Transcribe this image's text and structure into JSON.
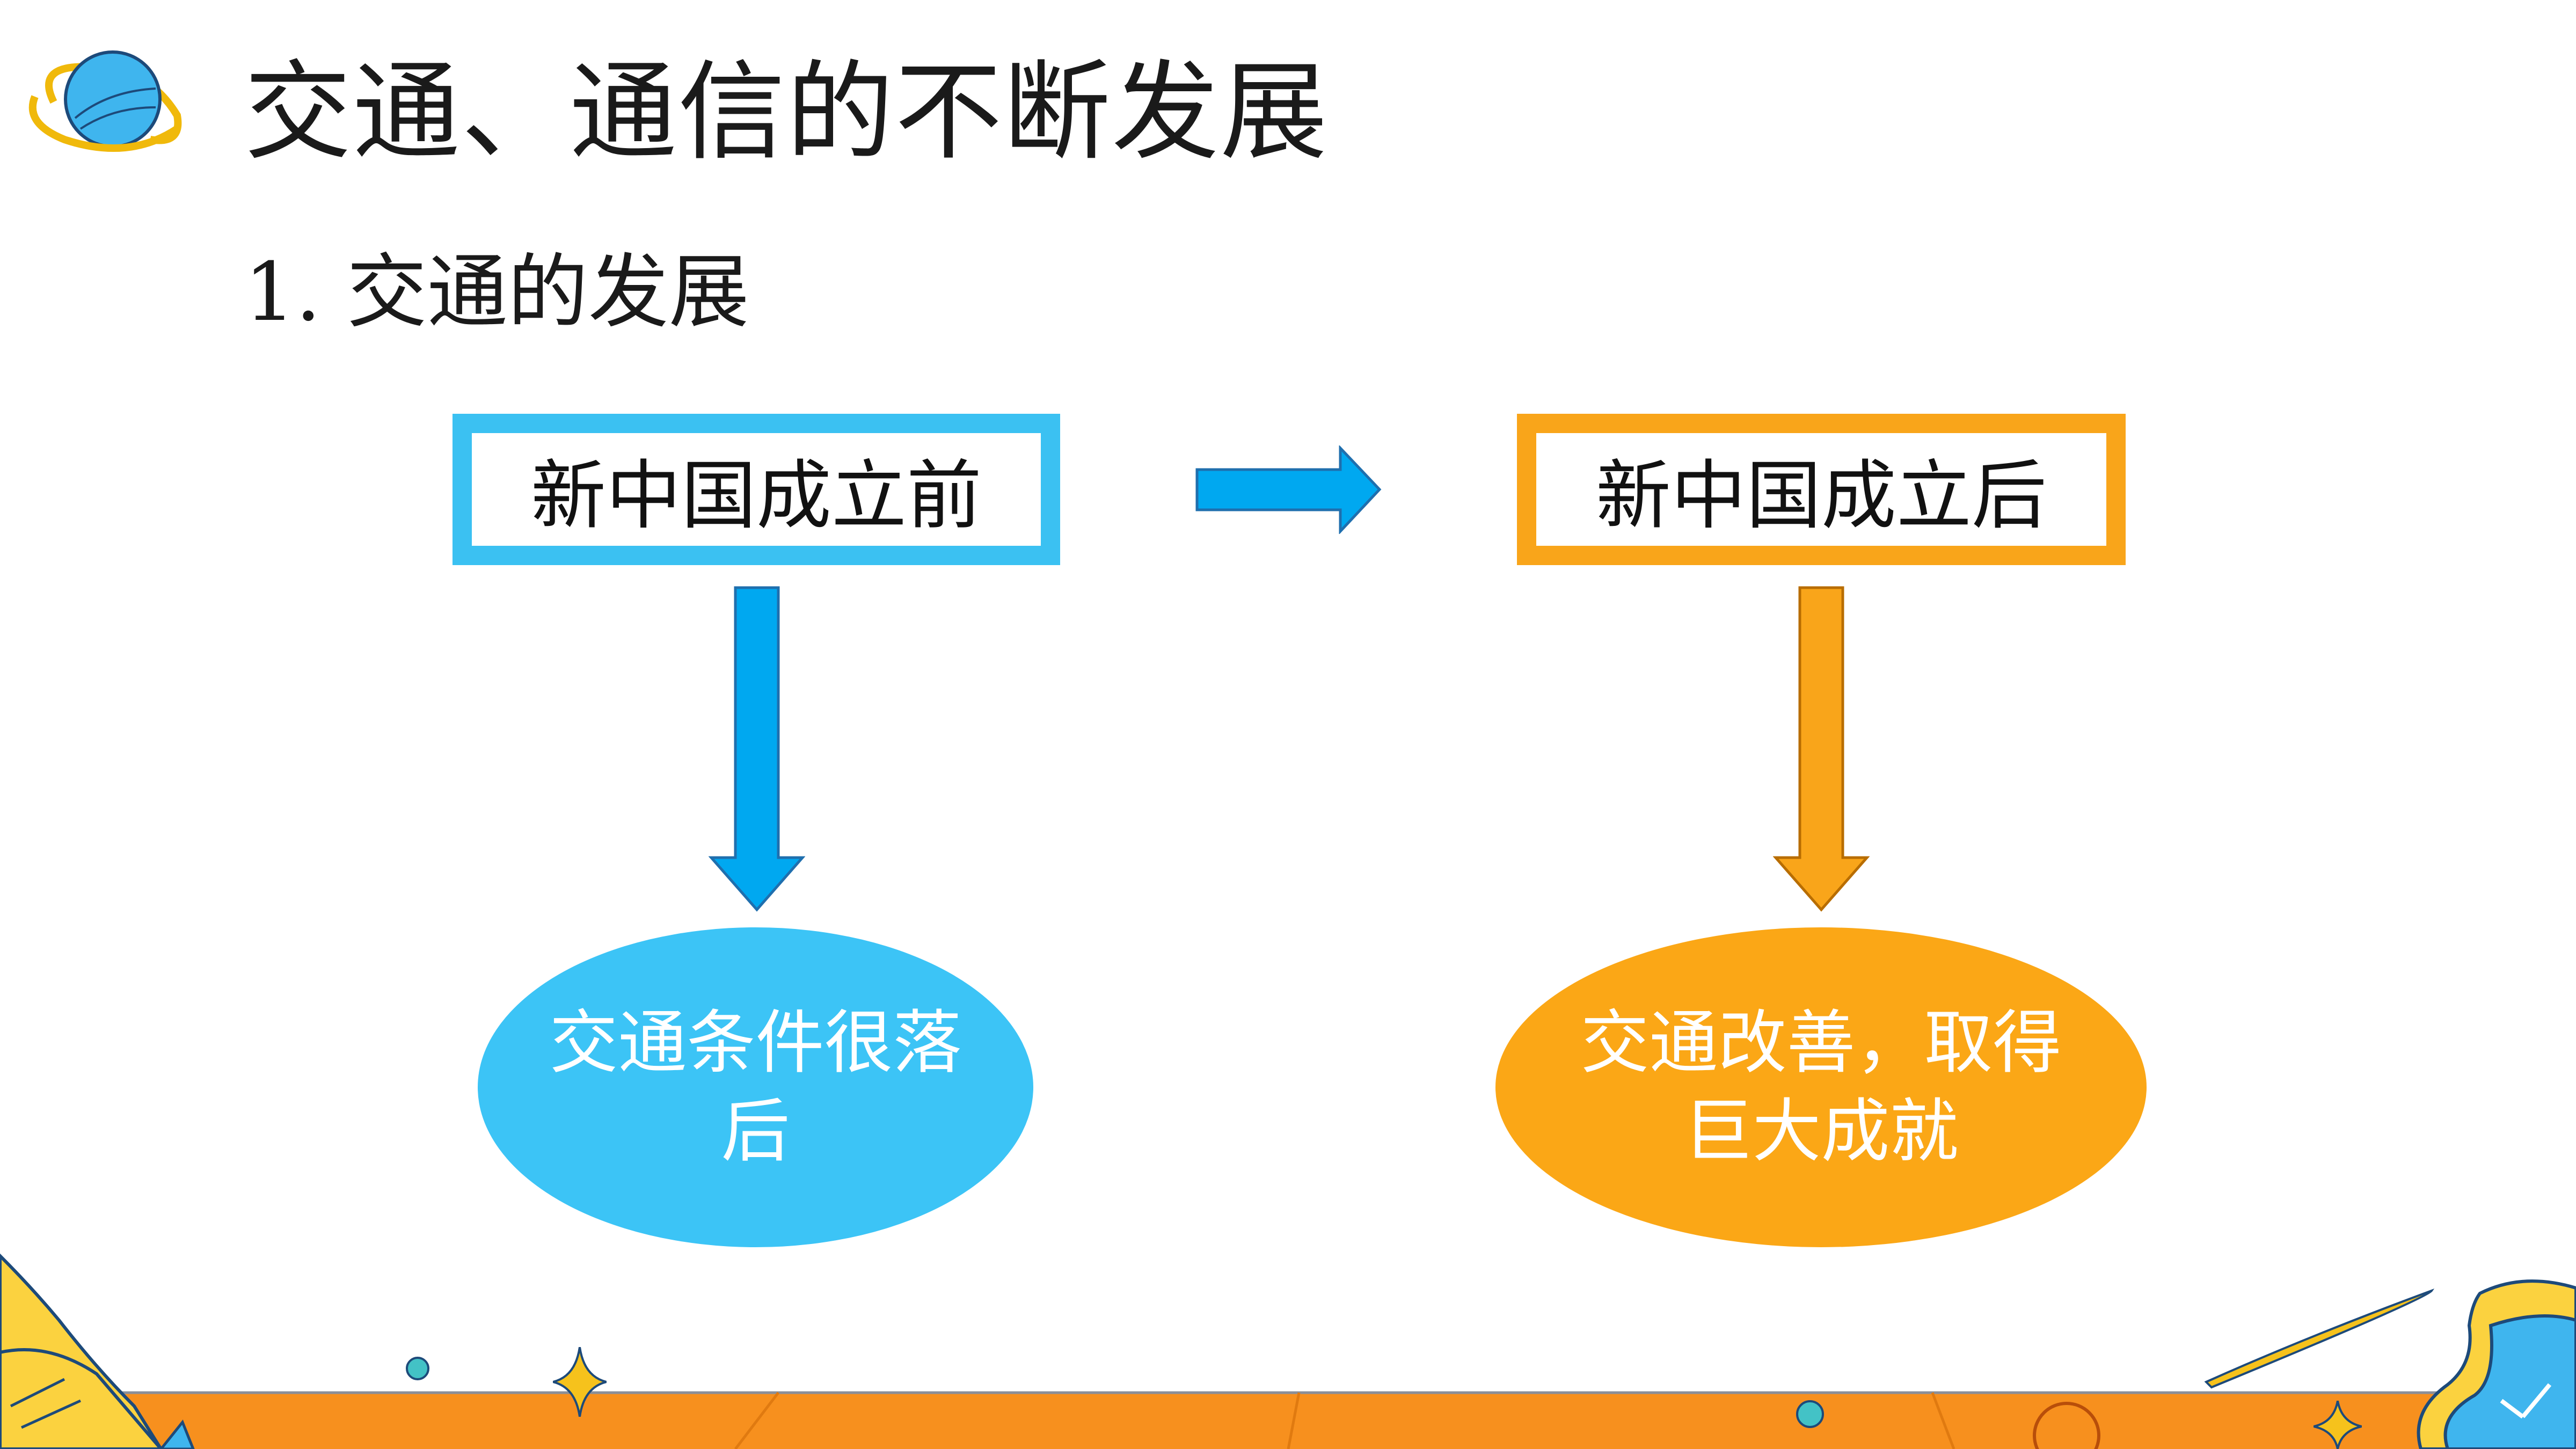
{
  "slide": {
    "title": "交通、通信的不断发展",
    "subtitle": "1. 交通的发展"
  },
  "diagram": {
    "before_label": "新中国成立前",
    "after_label": "新中国成立后",
    "before_result": "交通条件很落后",
    "after_result": "交通改善，取得巨大成就"
  },
  "colors": {
    "blue_border": "#3bc1f2",
    "blue_arrow": "#00a8f0",
    "blue_ellipse": "#3cc4f6",
    "orange": "#f9a51a",
    "footer_orange": "#f7901e"
  },
  "icons": [
    "planet-icon",
    "open-book-icon",
    "sparkle-icon",
    "clock-icon",
    "comet-icon"
  ]
}
